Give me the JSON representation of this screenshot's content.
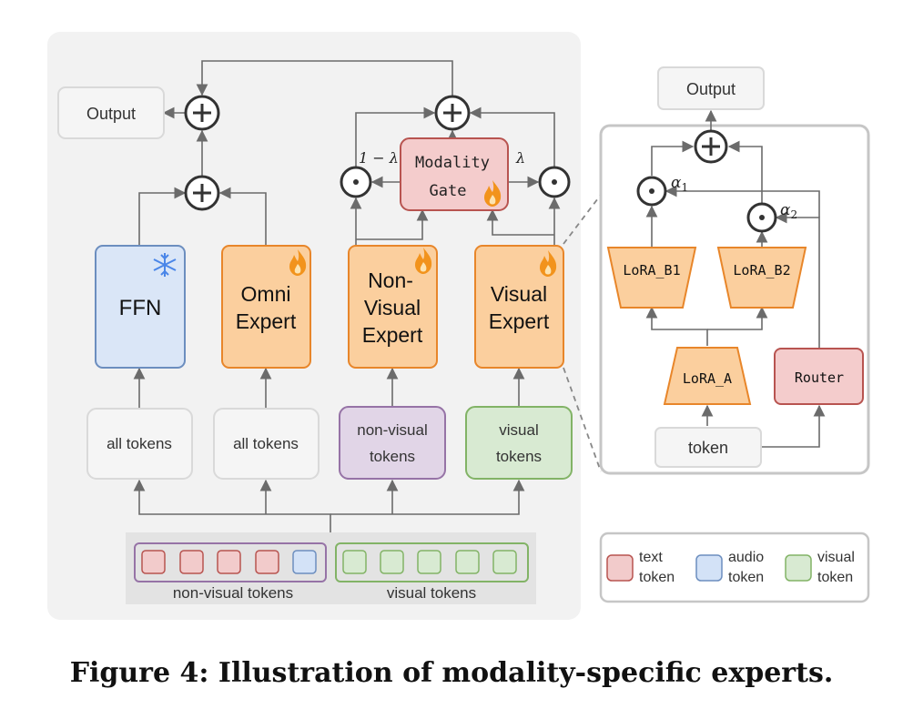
{
  "caption": "Figure 4: Illustration of modality-specific experts.",
  "left": {
    "output": "Output",
    "ffn": "FFN",
    "omni": [
      "Omni",
      "Expert"
    ],
    "nonvisual_expert": [
      "Non-",
      "Visual",
      "Expert"
    ],
    "visual_expert": [
      "Visual",
      "Expert"
    ],
    "modality_gate": [
      "Modality",
      "Gate"
    ],
    "one_minus_lambda": "1 − λ",
    "lambda": "λ",
    "inputs": {
      "all_tokens_1": "all tokens",
      "all_tokens_2": "all tokens",
      "nonvisual_tokens": [
        "non-visual",
        "tokens"
      ],
      "visual_tokens": [
        "visual",
        "tokens"
      ]
    },
    "token_strip": {
      "nonvisual_label": "non-visual tokens",
      "visual_label": "visual tokens"
    }
  },
  "right": {
    "output": "Output",
    "alpha1": "α",
    "alpha1_sub": "1",
    "alpha2": "α",
    "alpha2_sub": "2",
    "lora_b1": "LoRA_B1",
    "lora_b2": "LoRA_B2",
    "lora_a": "LoRA_A",
    "router": "Router",
    "token": "token"
  },
  "legend": [
    {
      "label": [
        "text",
        "token"
      ],
      "color": "#f2cbcb",
      "border": "#c0504d"
    },
    {
      "label": [
        "audio",
        "token"
      ],
      "color": "#d3e2f7",
      "border": "#6c8ebf"
    },
    {
      "label": [
        "visual",
        "token"
      ],
      "color": "#d8ead2",
      "border": "#82b366"
    }
  ],
  "colors": {
    "orange_fill": "#fbcf9e",
    "orange_border": "#e8862a",
    "blue_fill": "#dae6f7",
    "blue_border": "#6c8ebf",
    "purple_fill": "#e1d5e7",
    "purple_border": "#9673a6",
    "green_fill": "#d8ead2",
    "green_border": "#82b366",
    "red_fill": "#f4cccc",
    "red_border": "#b85450"
  }
}
